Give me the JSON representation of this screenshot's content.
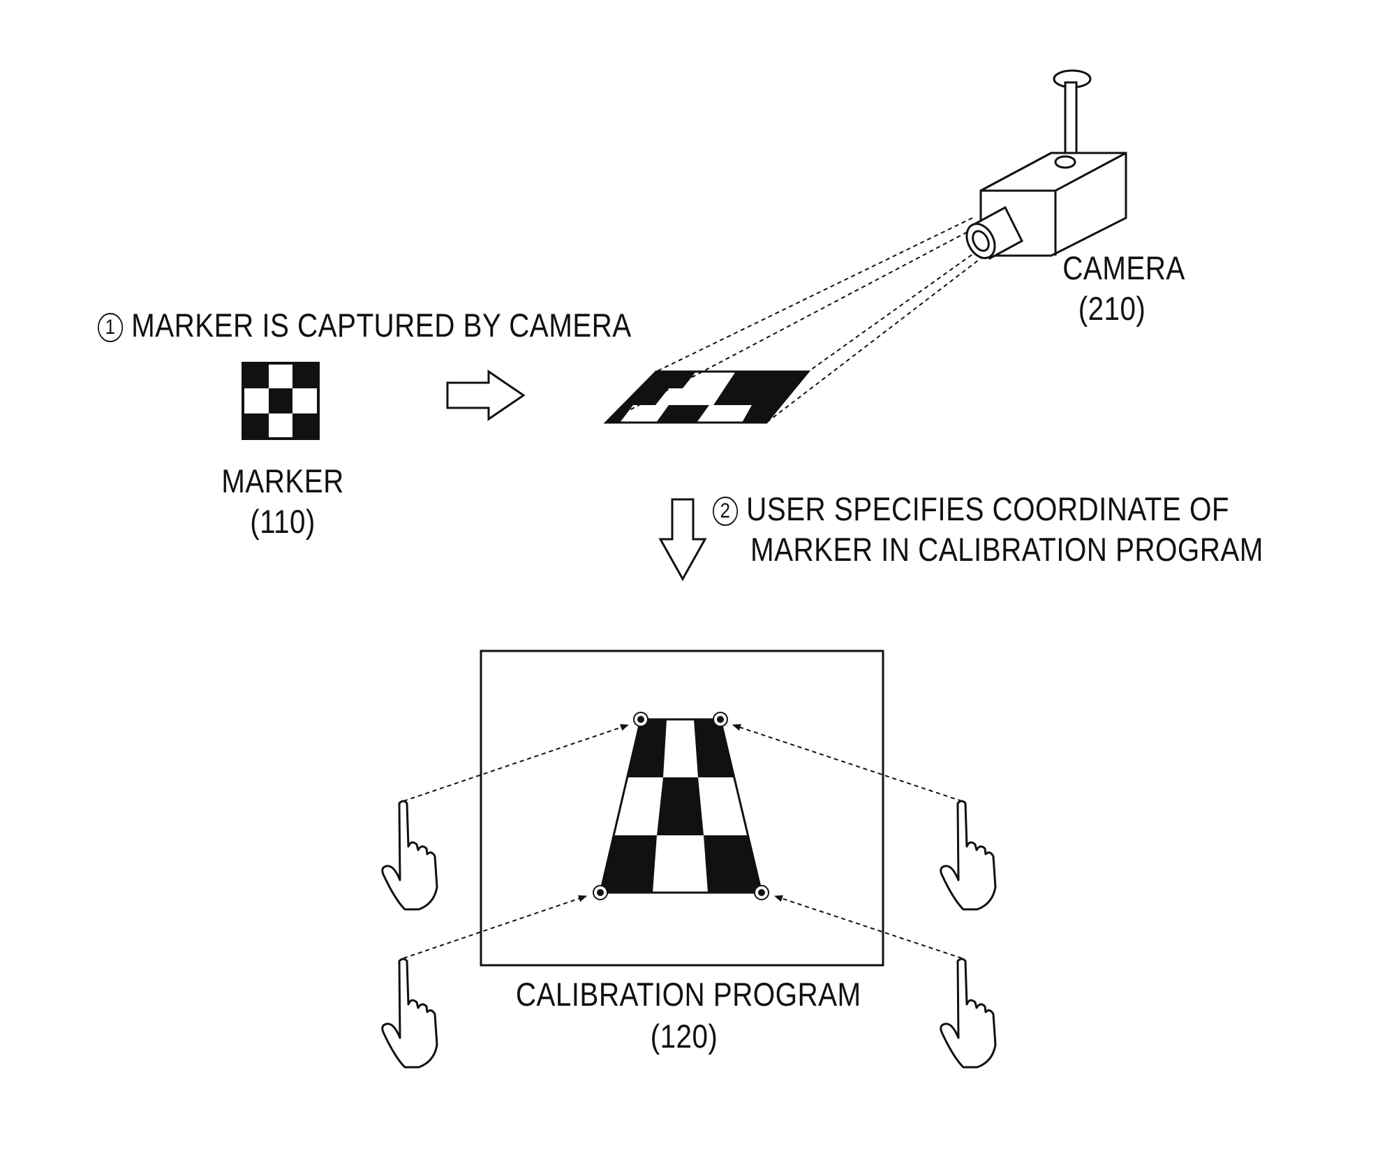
{
  "step1": {
    "number": "1",
    "text": "MARKER IS CAPTURED BY CAMERA"
  },
  "step2": {
    "number": "2",
    "line1": "USER SPECIFIES COORDINATE OF",
    "line2": "MARKER IN CALIBRATION PROGRAM"
  },
  "marker": {
    "name": "MARKER",
    "ref": "(110)"
  },
  "camera": {
    "name": "CAMERA",
    "ref": "(210)"
  },
  "calibration_program": {
    "name": "CALIBRATION PROGRAM",
    "ref": "(120)"
  },
  "colors": {
    "ink": "#111111",
    "paper": "#ffffff"
  }
}
